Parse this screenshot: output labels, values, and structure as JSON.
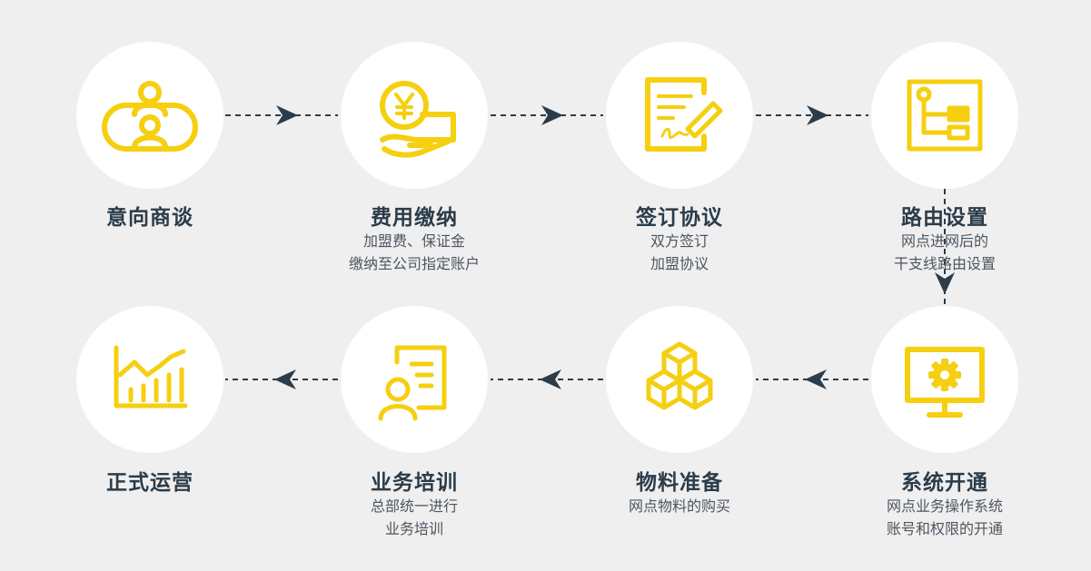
{
  "steps": [
    {
      "title": "意向商谈",
      "lines": [],
      "icon": "meeting-people-icon"
    },
    {
      "title": "费用缴纳",
      "lines": [
        "加盟费、保证金",
        "缴纳至公司指定账户"
      ],
      "icon": "yuan-payment-hand-icon"
    },
    {
      "title": "签订协议",
      "lines": [
        "双方签订",
        "加盟协议"
      ],
      "icon": "contract-sign-icon"
    },
    {
      "title": "路由设置",
      "lines": [
        "网点进网后的",
        "干支线路由设置"
      ],
      "icon": "route-setting-icon"
    },
    {
      "title": "系统开通",
      "lines": [
        "网点业务操作系统",
        "账号和权限的开通"
      ],
      "icon": "monitor-gear-icon"
    },
    {
      "title": "物料准备",
      "lines": [
        "网点物料的购买"
      ],
      "icon": "cubes-icon"
    },
    {
      "title": "业务培训",
      "lines": [
        "总部统一进行",
        "业务培训"
      ],
      "icon": "training-document-icon"
    },
    {
      "title": "正式运营",
      "lines": [],
      "icon": "growth-chart-icon"
    }
  ],
  "colors": {
    "background": "#efefef",
    "circle": "#ffffff",
    "icon": "#f5cf10",
    "connector": "#2b3c4a",
    "title": "#2b3c4a",
    "text": "#4d5560"
  }
}
